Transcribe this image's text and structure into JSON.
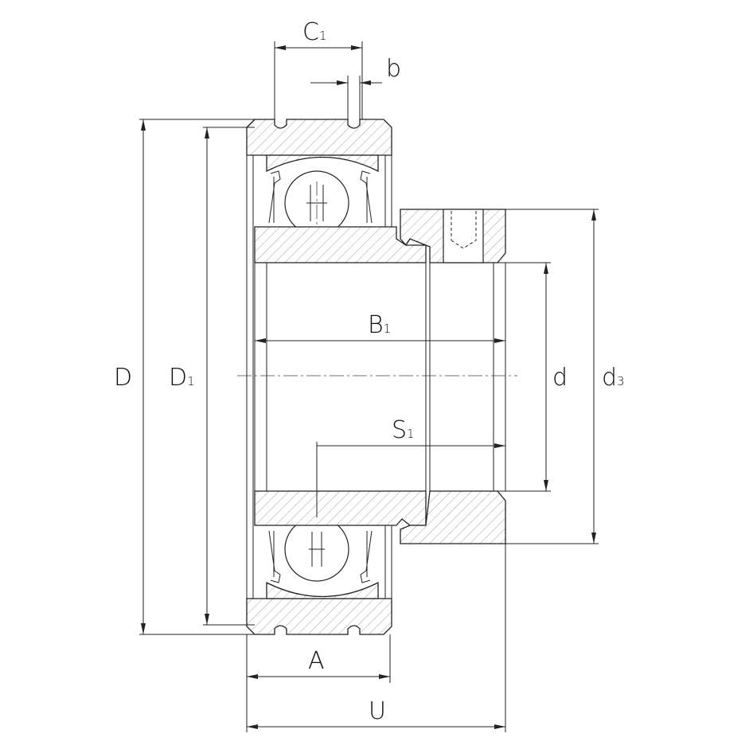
{
  "title": "Insert bearing with eccentric locking collar - dimension drawing",
  "labels": {
    "C1": {
      "main": "C",
      "sub": "1"
    },
    "b": {
      "main": "b"
    },
    "D": {
      "main": "D"
    },
    "D1": {
      "main": "D",
      "sub": "1"
    },
    "B1": {
      "main": "B",
      "sub": "1"
    },
    "S1": {
      "main": "S",
      "sub": "1"
    },
    "d": {
      "main": "d"
    },
    "d3": {
      "main": "d",
      "sub": "3"
    },
    "A": {
      "main": "A"
    },
    "U": {
      "main": "U"
    }
  }
}
